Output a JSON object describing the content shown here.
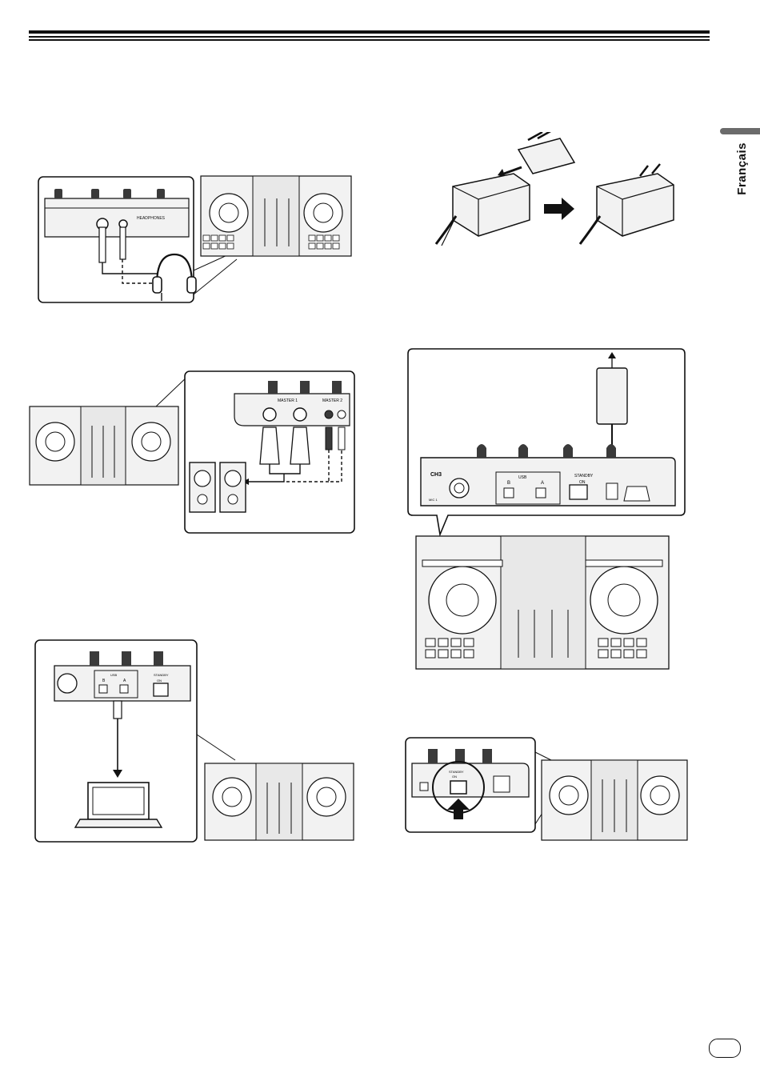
{
  "page": {
    "language_tab": "Français",
    "page_badge": ""
  },
  "figures": [
    {
      "id": "headphones-connection",
      "icon": "headphones-icon"
    },
    {
      "id": "adapter-plug-attach",
      "icon": "ac-plug-icon"
    },
    {
      "id": "speaker-connection",
      "icon": "speaker-icon"
    },
    {
      "id": "ac-adapter-connection",
      "icon": "power-adapter-icon"
    },
    {
      "id": "computer-usb-connection",
      "icon": "laptop-icon"
    },
    {
      "id": "standby-switch-press",
      "icon": "arrow-up-icon"
    }
  ],
  "panel_labels": {
    "headphones_jack": "HEADPHONES",
    "master_out_1": "MASTER 1",
    "master_out_2": "MASTER 2",
    "usb": "USB",
    "usb_b": "B",
    "usb_a": "A",
    "standby": "STANDBY",
    "on": "ON",
    "ch3": "CH3",
    "mic1": "MIC 1"
  },
  "colors": {
    "ink": "#111111",
    "device_fill": "#f2f2f2",
    "device_dark": "#3a3a3a",
    "tab_gray": "#6b6b6b"
  }
}
